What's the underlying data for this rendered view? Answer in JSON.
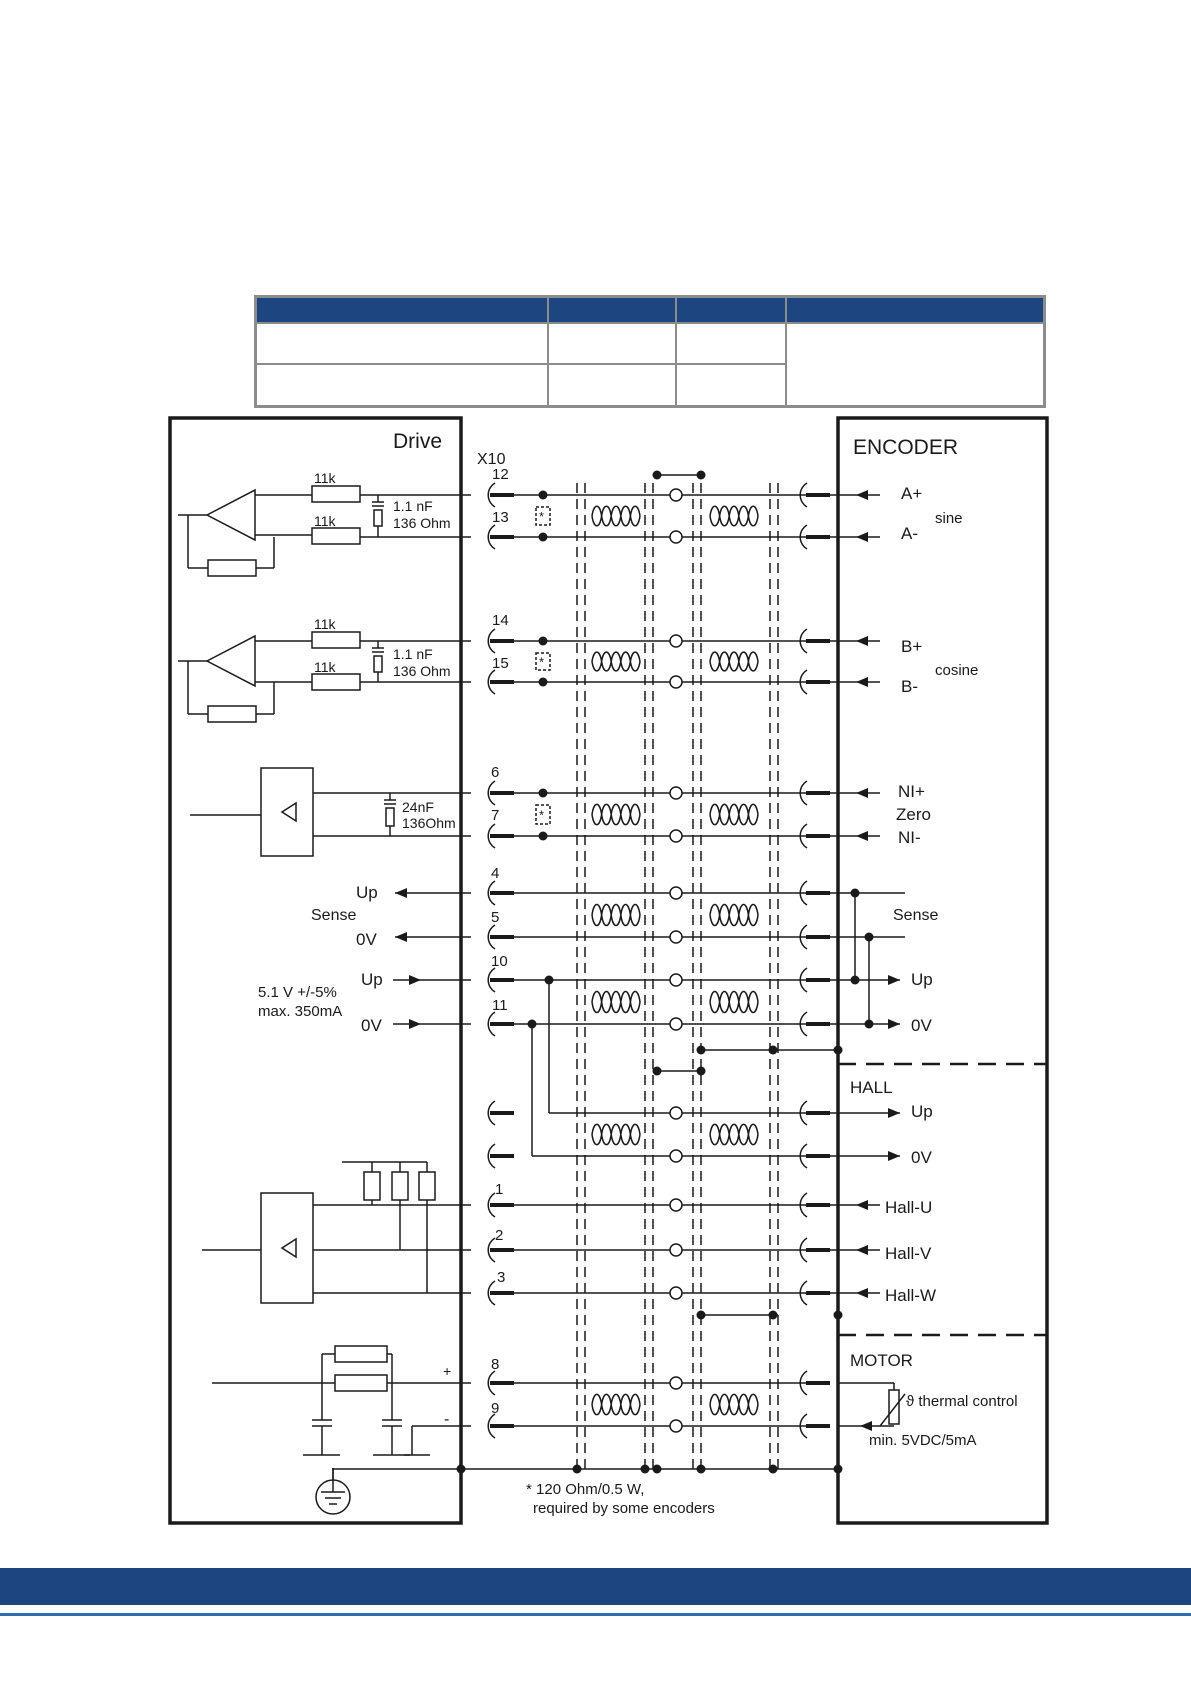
{
  "table": {
    "header": [
      "",
      "",
      "",
      ""
    ],
    "rows": [
      [
        "",
        "",
        "",
        ""
      ],
      [
        "",
        "",
        ""
      ]
    ]
  },
  "diagram": {
    "drive_title": "Drive",
    "encoder_title": "ENCODER",
    "hall_title": "HALL",
    "motor_title": "MOTOR",
    "connector": "X10",
    "pins": {
      "p12": "12",
      "p13": "13",
      "p14": "14",
      "p15": "15",
      "p6": "6",
      "p7": "7",
      "p4": "4",
      "p5": "5",
      "p10": "10",
      "p11": "11",
      "p1": "1",
      "p2": "2",
      "p3": "3",
      "p8": "8",
      "p9": "9"
    },
    "resistor_11k": "11k",
    "cap_1nf": "1.1 nF",
    "res_136": "136 Ohm",
    "cap_24nf": "24nF",
    "res_136b": "136Ohm",
    "drive_up": "Up",
    "drive_sense": "Sense",
    "drive_0v": "0V",
    "supply_spec_1": "5.1 V +/-5%",
    "supply_spec_2": "max. 350mA",
    "plus": "+",
    "minus": "-",
    "enc": {
      "a_plus": "A+",
      "a_minus": "A-",
      "sine": "sine",
      "b_plus": "B+",
      "b_minus": "B-",
      "cosine": "cosine",
      "ni_plus": "NI+",
      "zero": "Zero",
      "ni_minus": "NI-",
      "sense": "Sense",
      "up": "Up",
      "zero_v": "0V"
    },
    "hall": {
      "up": "Up",
      "zero_v": "0V",
      "u": "Hall-U",
      "v": "Hall-V",
      "w": "Hall-W"
    },
    "motor": {
      "thermal": "ϑ thermal control",
      "min": "min. 5VDC/5mA"
    },
    "note_1": "* 120 Ohm/0.5 W,",
    "note_2": "required by some encoders",
    "star": "*"
  },
  "colors": {
    "brand_blue": "#1d4680",
    "accent_blue": "#2f6db3",
    "line": "#1a1a1a",
    "grid": "#8c8c8c"
  }
}
